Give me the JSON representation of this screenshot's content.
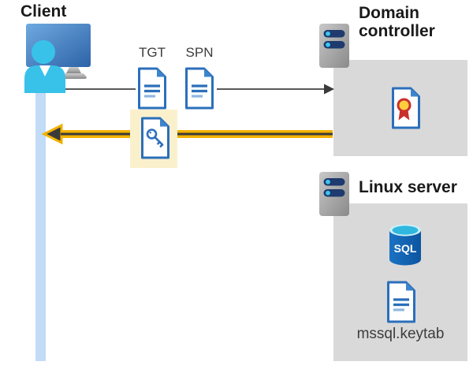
{
  "client": {
    "label": "Client"
  },
  "tickets": {
    "tgt": "TGT",
    "spn": "SPN"
  },
  "domain_controller": {
    "label": "Domain controller"
  },
  "linux_server": {
    "label": "Linux server",
    "sql_badge": "SQL",
    "keytab_file": "mssql.keytab"
  },
  "colors": {
    "doc-blue": "#2B6FBB",
    "doc-blue-light": "#8FB8E0",
    "fold-blue": "#3D85CC",
    "box-gray": "#D9D9D9",
    "timeline-blue": "#C2DBF6",
    "gold": "#F2B200",
    "highlight-cream": "#FAF1CC",
    "arrow-dark": "#3A3A3A",
    "line-gray": "#595959",
    "person-cyan": "#38C2EA",
    "server-slot-navy": "#1E3A6E",
    "server-dot-cyan": "#3BC7F2",
    "sql-body-blue": "#1160AC",
    "sql-top-cyan": "#2FB7DE",
    "cert-gold": "#FFCE3E",
    "cert-red": "#C9302C",
    "title-black": "#1A1A1A",
    "label-gray": "#3D3D3D"
  }
}
